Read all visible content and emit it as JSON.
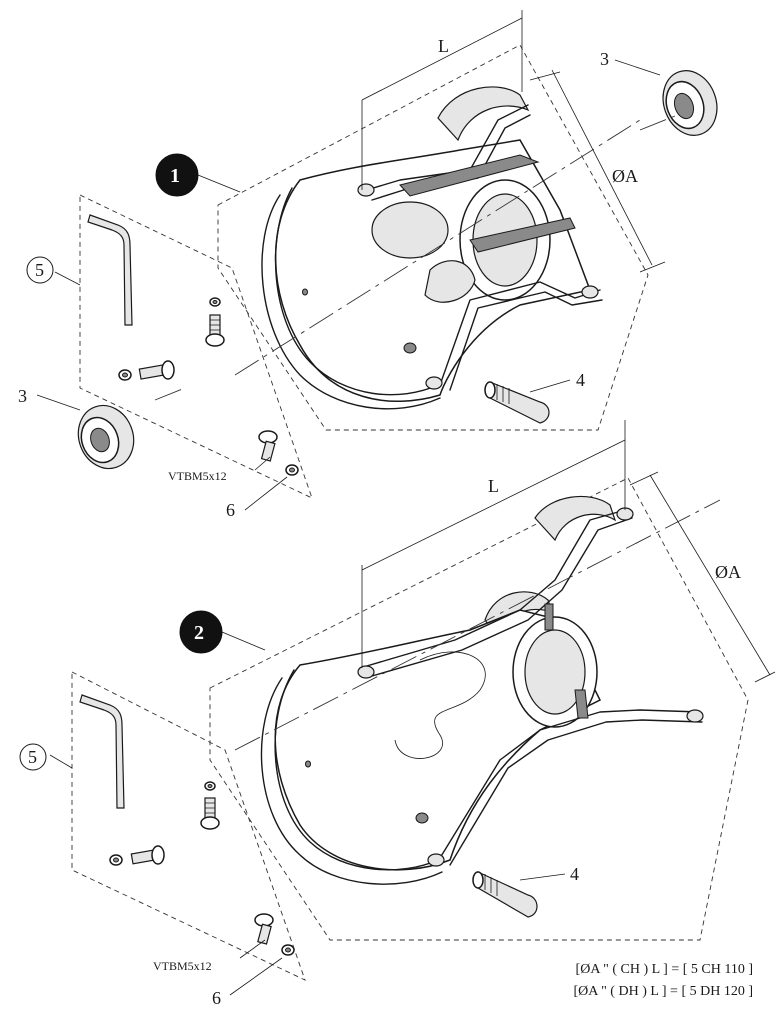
{
  "callouts": {
    "hub_1": "1",
    "hub_2": "2",
    "bearing": "3",
    "axle_bolt": "4",
    "allen_key": "5",
    "washer": "6"
  },
  "dimensions": {
    "length": "L",
    "diameter": "ØA"
  },
  "screw_label": "VTBM5x12",
  "notes": {
    "line_1": "[ØA \" ( CH ) L ] = [ 5 CH 110 ]",
    "line_2": "[ØA \" ( DH ) L ] = [ 5 DH 120 ]"
  }
}
